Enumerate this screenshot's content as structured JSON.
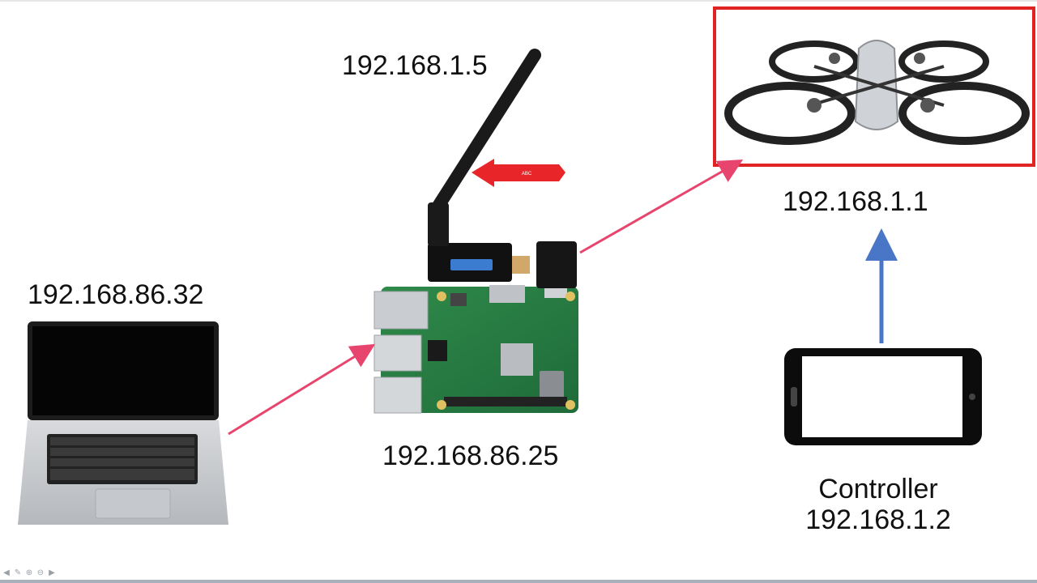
{
  "labels": {
    "dongle_ip": "192.168.1.5",
    "drone_ip": "192.168.1.1",
    "laptop_ip": "192.168.86.32",
    "pi_ip": "192.168.86.25",
    "controller_title": "Controller",
    "controller_ip": "192.168.1.2"
  },
  "callout_text": "ABC",
  "colors": {
    "pink_arrow": "#e8456e",
    "blue_arrow": "#4a76c8",
    "red_callout": "#e8262a",
    "highlight_frame": "#e02424"
  },
  "icons": {
    "laptop": "laptop-icon",
    "board": "raspberry-pi-board-icon",
    "antenna": "wifi-antenna-icon",
    "drone": "quadcopter-drone-icon",
    "phone": "smartphone-icon"
  },
  "slide_nav": [
    "prev-icon",
    "pen-icon",
    "zoom-icon",
    "menu-icon",
    "next-icon"
  ]
}
